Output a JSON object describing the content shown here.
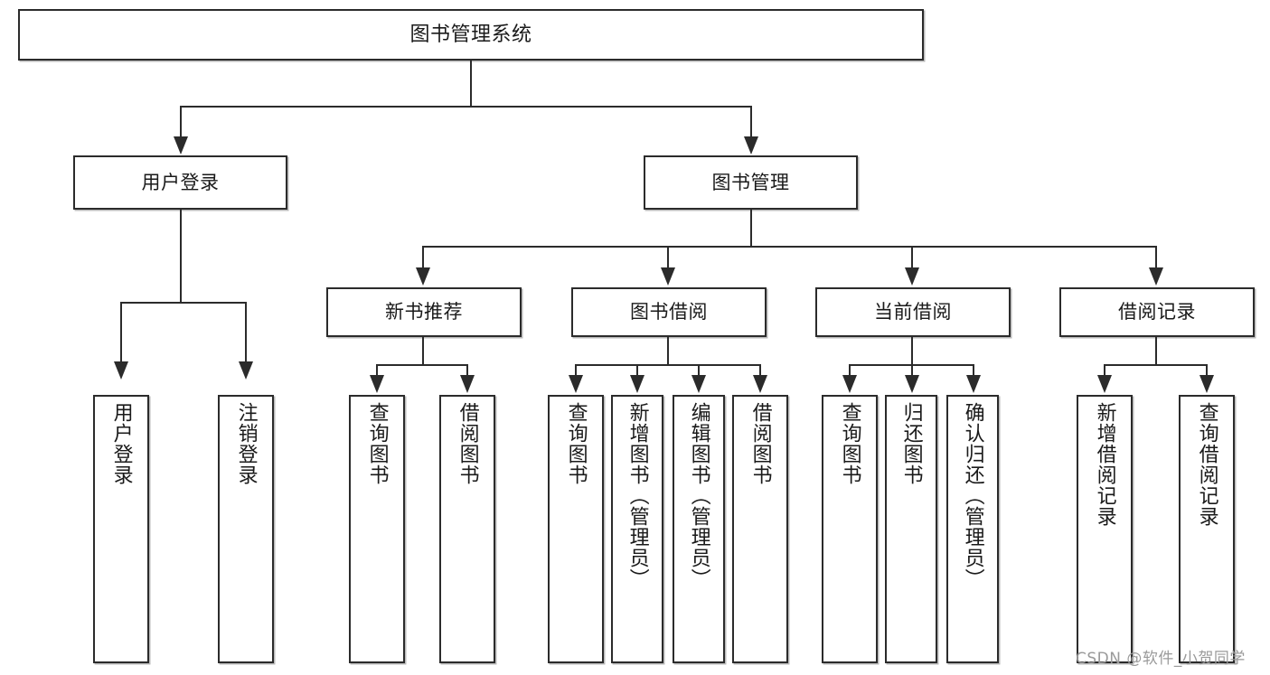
{
  "diagram": {
    "type": "tree-hierarchy",
    "title": "图书管理系统",
    "root": {
      "id": "root",
      "label": "图书管理系统"
    },
    "level2": [
      {
        "id": "user-login",
        "label": "用户登录"
      },
      {
        "id": "book-manage",
        "label": "图书管理"
      }
    ],
    "level3": [
      {
        "id": "new-book-recommend",
        "label": "新书推荐",
        "parent": "book-manage"
      },
      {
        "id": "book-borrow",
        "label": "图书借阅",
        "parent": "book-manage"
      },
      {
        "id": "current-borrow",
        "label": "当前借阅",
        "parent": "book-manage"
      },
      {
        "id": "borrow-record",
        "label": "借阅记录",
        "parent": "book-manage"
      }
    ],
    "leaves": {
      "user-login": [
        {
          "id": "leaf-user-login",
          "label": "用户登录"
        },
        {
          "id": "leaf-user-logout",
          "label": "注销登录"
        }
      ],
      "new-book-recommend": [
        {
          "id": "leaf-query-book-1",
          "label": "查询图书"
        },
        {
          "id": "leaf-borrow-book-1",
          "label": "借阅图书"
        }
      ],
      "book-borrow": [
        {
          "id": "leaf-query-book-2",
          "label": "查询图书"
        },
        {
          "id": "leaf-add-book",
          "label": "新增图书（管理员）"
        },
        {
          "id": "leaf-edit-book",
          "label": "编辑图书（管理员）"
        },
        {
          "id": "leaf-borrow-book-2",
          "label": "借阅图书"
        }
      ],
      "current-borrow": [
        {
          "id": "leaf-query-book-3",
          "label": "查询图书"
        },
        {
          "id": "leaf-return-book",
          "label": "归还图书"
        },
        {
          "id": "leaf-confirm-return",
          "label": "确认归还（管理员）"
        }
      ],
      "borrow-record": [
        {
          "id": "leaf-add-record",
          "label": "新增借阅记录"
        },
        {
          "id": "leaf-query-record",
          "label": "查询借阅记录"
        }
      ]
    }
  },
  "watermark": {
    "text": "CSDN @软件_小贺同学"
  },
  "colors": {
    "stroke": "#2b2b2b",
    "fill": "#ffffff",
    "text": "#1a1a1a",
    "watermark": "#9a9a9a"
  }
}
